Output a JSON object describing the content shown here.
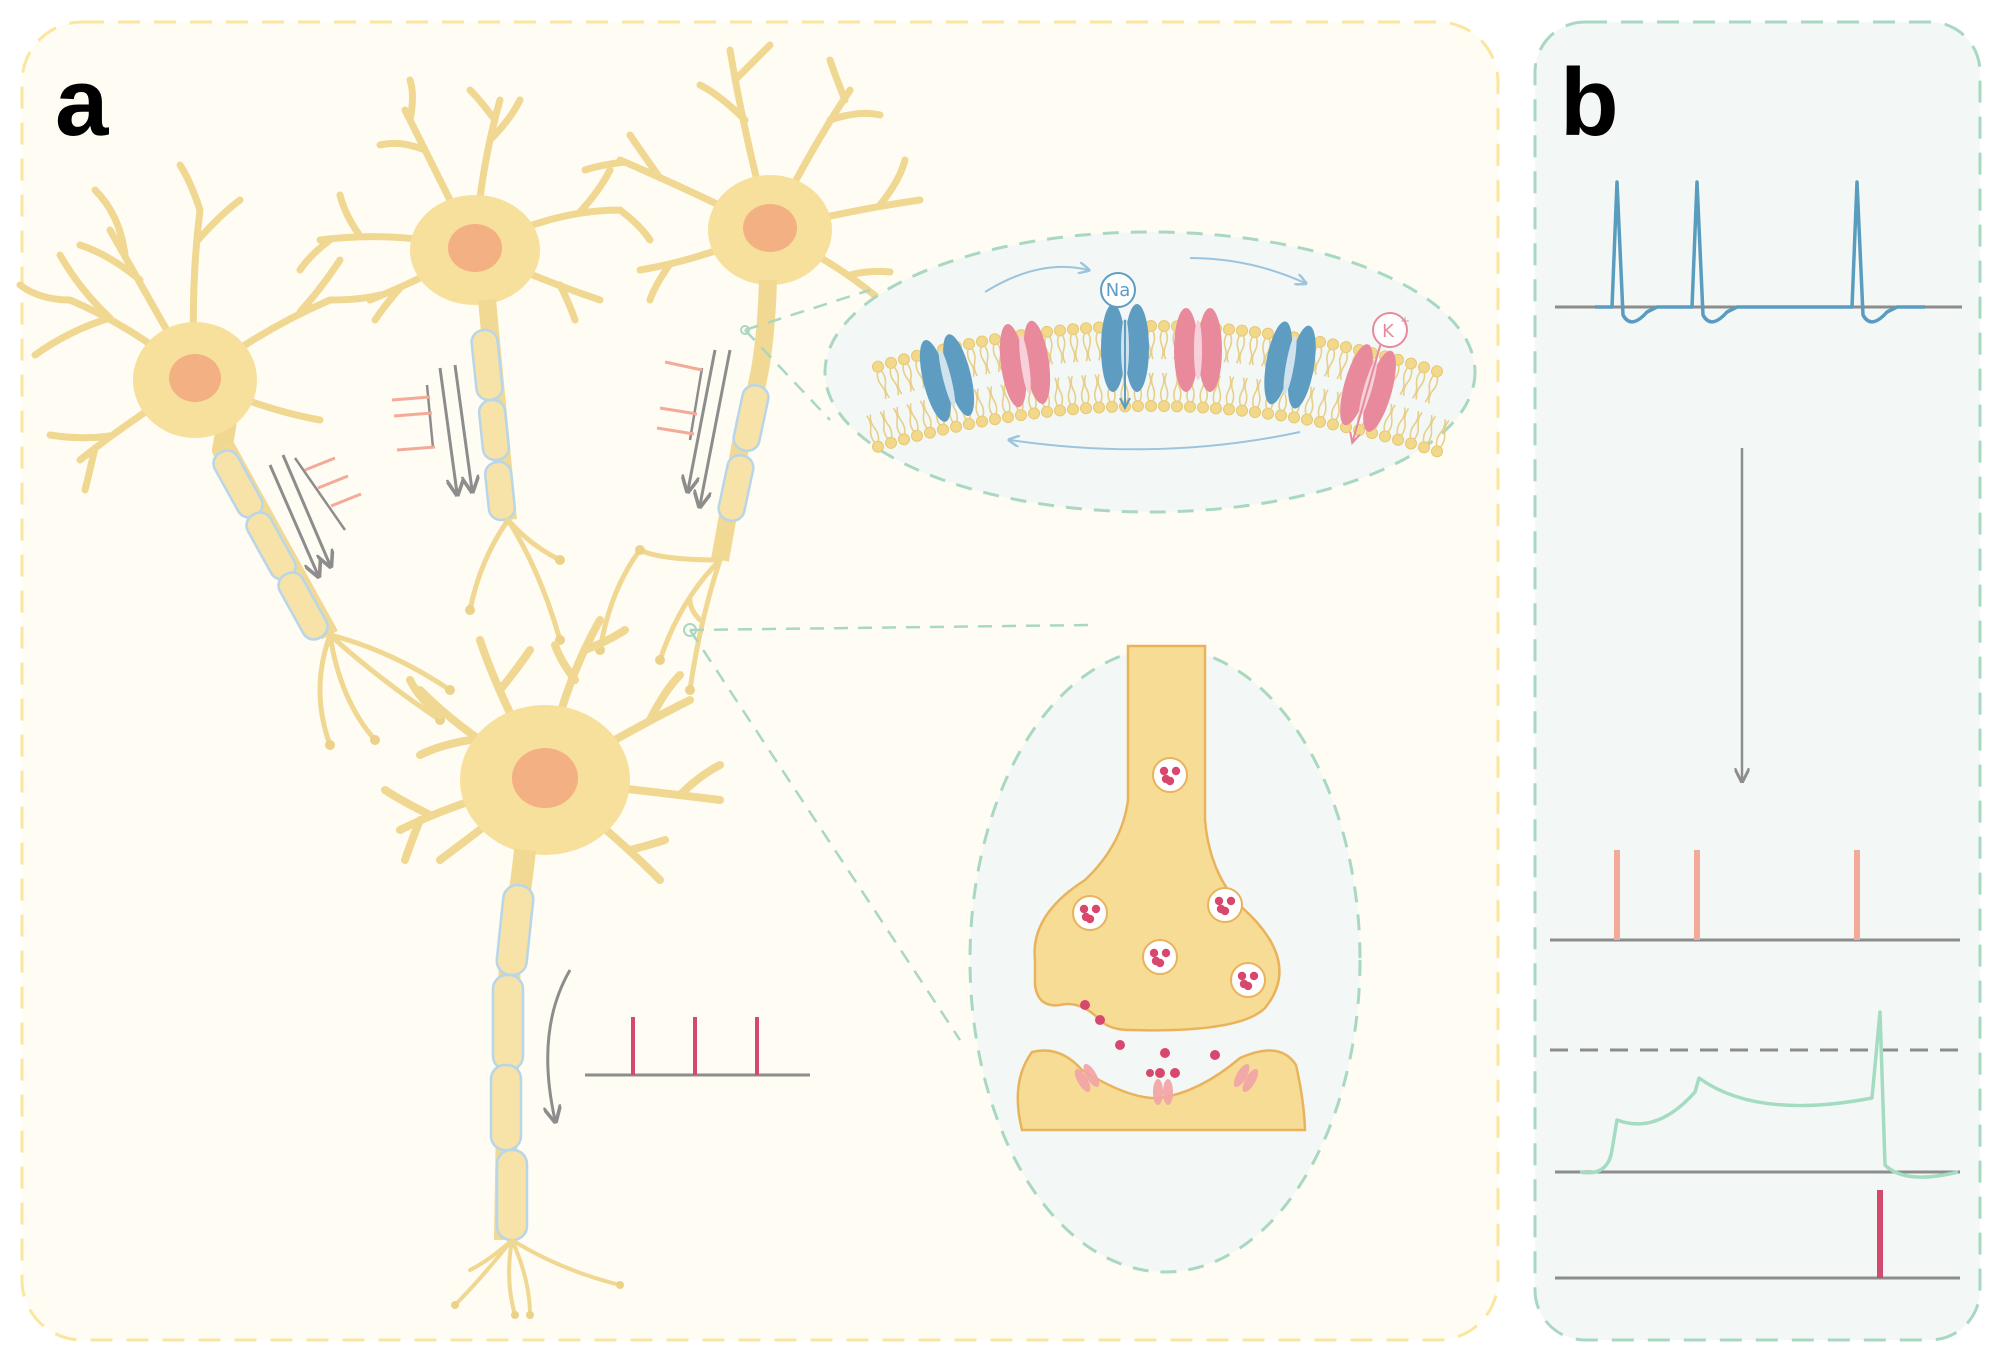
{
  "panels": {
    "a": {
      "label": "a",
      "background": "#fffcf3",
      "border": "#fbe6a0"
    },
    "b": {
      "label": "b",
      "background": "#f3f8f6",
      "border": "#a9d8c2"
    }
  },
  "ions": {
    "sodium": "Na",
    "potassium": "K",
    "potassium_charge": "+"
  },
  "colors": {
    "neuron_fill": "#f7df9c",
    "neuron_stroke": "#eed48e",
    "nucleus": "#f2b083",
    "myelin": "#b8d6ea",
    "sodium_channel": "#5e9dc1",
    "potassium_channel": "#e88a9c",
    "spike_blue": "#5a9cc0",
    "spike_pink": "#f3aa99",
    "spike_red": "#d24a6d",
    "membrane_green": "#a3dcc0",
    "axis_grey": "#8d8d8d",
    "terminal_fill": "#f7dc96",
    "terminal_stroke": "#e9b35c",
    "vesicle_red": "#d8476e"
  },
  "icons": {
    "neurons": "neuron-illustration",
    "channels": "ion-channel-icon",
    "synapse": "synapse-icon",
    "arrows": "arrow-icon"
  },
  "spike_times": {
    "panel_b_input": [
      1,
      2,
      4
    ],
    "panel_b_output": [
      4
    ],
    "panel_a_output": [
      1,
      2,
      3
    ]
  }
}
